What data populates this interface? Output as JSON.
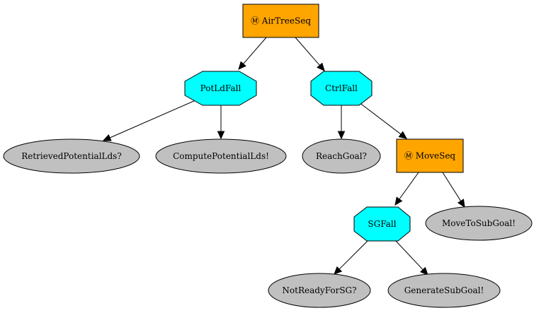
{
  "diagram": {
    "nodes": {
      "air_tree_seq": {
        "label": "Ⓜ AirTreeSeq",
        "kind": "sequence"
      },
      "pot_ld_fall": {
        "label": "PotLdFall",
        "kind": "fallback"
      },
      "ctrl_fall": {
        "label": "CtrlFall",
        "kind": "fallback"
      },
      "retrieved_potential_lds": {
        "label": "RetrievedPotentialLds?",
        "kind": "condition"
      },
      "compute_potential_lds": {
        "label": "ComputePotentialLds!",
        "kind": "action"
      },
      "reach_goal": {
        "label": "ReachGoal?",
        "kind": "condition"
      },
      "move_seq": {
        "label": "Ⓜ MoveSeq",
        "kind": "sequence"
      },
      "sg_fall": {
        "label": "SGFall",
        "kind": "fallback"
      },
      "move_to_sub_goal": {
        "label": "MoveToSubGoal!",
        "kind": "action"
      },
      "not_ready_for_sg": {
        "label": "NotReadyForSG?",
        "kind": "condition"
      },
      "generate_sub_goal": {
        "label": "GenerateSubGoal!",
        "kind": "action"
      }
    },
    "edges": [
      {
        "from": "air_tree_seq",
        "to": "pot_ld_fall"
      },
      {
        "from": "air_tree_seq",
        "to": "ctrl_fall"
      },
      {
        "from": "pot_ld_fall",
        "to": "retrieved_potential_lds"
      },
      {
        "from": "pot_ld_fall",
        "to": "compute_potential_lds"
      },
      {
        "from": "ctrl_fall",
        "to": "reach_goal"
      },
      {
        "from": "ctrl_fall",
        "to": "move_seq"
      },
      {
        "from": "move_seq",
        "to": "sg_fall"
      },
      {
        "from": "move_seq",
        "to": "move_to_sub_goal"
      },
      {
        "from": "sg_fall",
        "to": "not_ready_for_sg"
      },
      {
        "from": "sg_fall",
        "to": "generate_sub_goal"
      }
    ]
  },
  "colors": {
    "sequence": "#ffa500",
    "fallback": "#00ffff",
    "leaf": "#c0c0c0",
    "stroke": "#000000"
  }
}
